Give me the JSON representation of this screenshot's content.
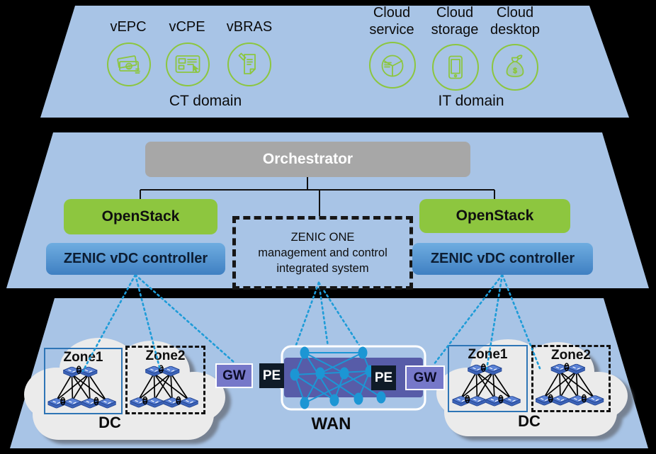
{
  "top_band": {
    "ct": {
      "items": [
        "vEPC",
        "vCPE",
        "vBRAS"
      ],
      "domain": "CT domain"
    },
    "it": {
      "items": [
        "Cloud service",
        "Cloud storage",
        "Cloud desktop"
      ],
      "domain": "IT domain"
    }
  },
  "middle_band": {
    "orchestrator": "Orchestrator",
    "openstack_left": "OpenStack",
    "openstack_right": "OpenStack",
    "zenic_one_line1": "ZENIC ONE",
    "zenic_one_line2": "management and control",
    "zenic_one_line3": "integrated system",
    "controller_left": "ZENIC vDC controller",
    "controller_right": "ZENIC vDC controller"
  },
  "bottom_band": {
    "left_dc": {
      "zone1": "Zone1",
      "zone2": "Zone2",
      "label": "DC"
    },
    "right_dc": {
      "zone1": "Zone1",
      "zone2": "Zone2",
      "label": "DC"
    },
    "gw_left": "GW",
    "pe_left": "PE",
    "pe_right": "PE",
    "gw_right": "GW",
    "wan": "WAN"
  },
  "colors": {
    "band_blue": "#A8C4E6",
    "openstack_green": "#8DC63F",
    "icon_green": "#8CC63F",
    "orchestrator_gray": "#A7A7A7",
    "controller_blue_top": "#6FADE0",
    "controller_blue_bottom": "#3F80C2",
    "gw_purple": "#7678C9",
    "pe_navy": "#0F1B28",
    "wan_purple": "#575CA8",
    "mesh_blue": "#1C96D4",
    "dotted_line_blue": "#1E9CD8",
    "cloud_gray": "#EBEBEB",
    "zone1_border_blue": "#2E75B6",
    "background": "#000000"
  }
}
